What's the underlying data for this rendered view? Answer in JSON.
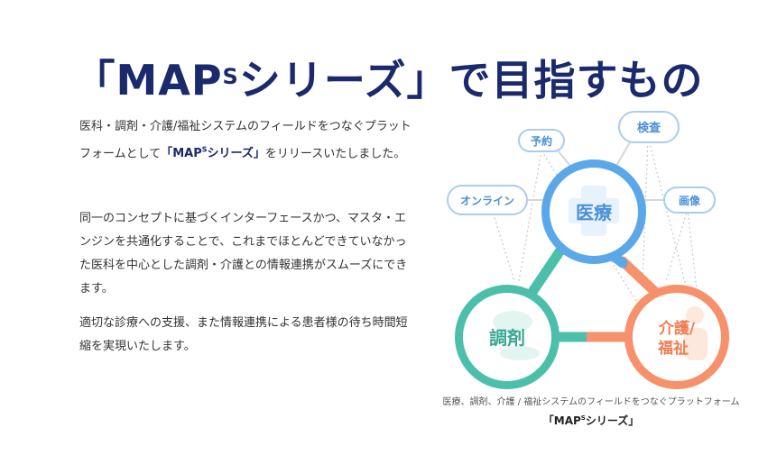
{
  "title": {
    "open": "「MAP",
    "sup": "S",
    "rest": "シリーズ」で目指すもの"
  },
  "intro": {
    "before": "医科・調剤・介護/福祉システムのフィールドをつなぐプラットフォームとして",
    "highlight_open": "「MAP",
    "highlight_sup": "S",
    "highlight_rest": "シリーズ」",
    "after": "をリリースいたしました。"
  },
  "paragraph2": "同一のコンセプトに基づくインターフェースかつ、マスタ・エンジンを共通化することで、これまでほとんどできていなかった医科を中心とした調剤・介護との情報連携がスムーズにできます。",
  "paragraph3": "適切な診療への支援、また情報連携による患者様の待ち時間短縮を実現いたします。",
  "diagram": {
    "center": "医療",
    "bottom_left": "調剤",
    "bottom_right_line1": "介護/",
    "bottom_right_line2": "福祉",
    "satellites": {
      "yoyaku": "予約",
      "kensa": "検査",
      "online": "オンライン",
      "gazou": "画像"
    },
    "colors": {
      "blue": "#5aa7ea",
      "teal": "#4cbfab",
      "orange": "#f6916b",
      "pill_border": "#a9cdf1",
      "pill_text": "#4a90d9"
    }
  },
  "caption": {
    "line1": "医療、調剤、介護 / 福祉システムのフィールドをつなぐプラットフォーム",
    "name_open": "「MAP",
    "name_sup": "S",
    "name_rest": "シリーズ」"
  }
}
